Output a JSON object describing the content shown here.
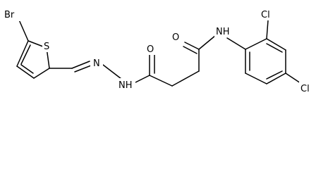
{
  "atoms": {
    "br": "Br",
    "s": "S",
    "n_imine": "N",
    "nh_hydrazide": "NH",
    "o_hydrazide": "O",
    "o_amide": "O",
    "nh_amide": "NH",
    "cl_ortho": "Cl",
    "cl_para": "Cl"
  },
  "colors": {
    "bond": "#000000",
    "label": "#000000",
    "background": "#ffffff"
  }
}
